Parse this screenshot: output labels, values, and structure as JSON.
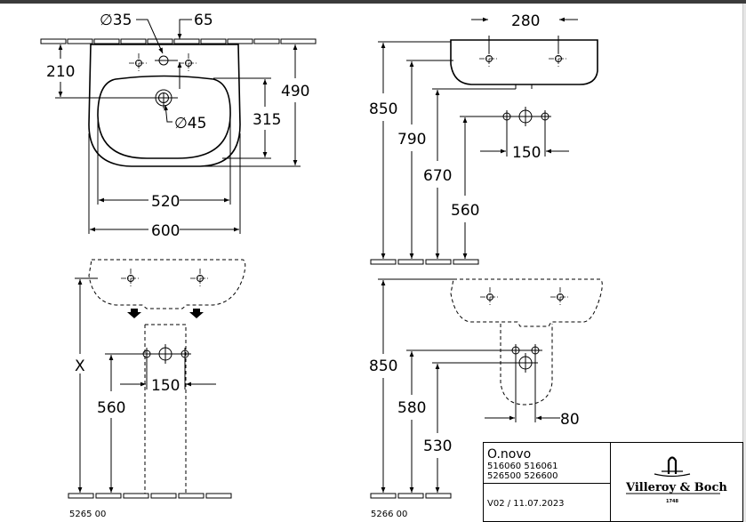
{
  "top_view": {
    "d35": "∅35",
    "d65": "65",
    "d210": "210",
    "d45": "∅45",
    "d315": "315",
    "d490": "490",
    "d520": "520",
    "d600": "600"
  },
  "side_view": {
    "d280": "280",
    "d850": "850",
    "d790": "790",
    "d670": "670",
    "d560": "560",
    "d150": "150"
  },
  "pedestal_view": {
    "dx": "X",
    "d560": "560",
    "d150": "150",
    "code": "5265 00"
  },
  "semi_pedestal_view": {
    "d850": "850",
    "d580": "580",
    "d530": "530",
    "d80": "80",
    "code": "5266 00"
  },
  "title_block": {
    "product": "O.novo",
    "codes_line1": "516060 516061",
    "codes_line2": "526500 526600",
    "version": "V02 / 11.07.2023",
    "brand": "Villeroy & Boch",
    "brand_year": "1748"
  }
}
